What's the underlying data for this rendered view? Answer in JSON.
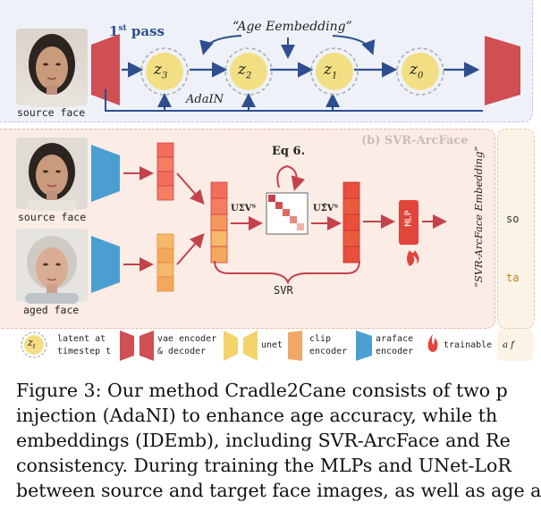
{
  "top": {
    "pass_label": "1",
    "pass_sup": "st",
    "pass_word": " pass",
    "age_embedding": "“Age Eembedding”",
    "adain": "AdaIN",
    "source_face": "source face",
    "latents": [
      "z3",
      "z2",
      "z1",
      "z0"
    ]
  },
  "svr": {
    "title": "(b) SVR-ArcFace",
    "source_face": "source face",
    "aged_face": "aged face",
    "eq": "Eq 6.",
    "usv1": "UΣVᵀ",
    "usv2": "UΣ̂Vᵀ",
    "mlp": "MLP",
    "svr_label": "SVR",
    "embedding": "“SVR-ArcFace Embedding”",
    "right_partial_1": "so",
    "right_partial_2": "ta"
  },
  "legend": {
    "latent_line1": "latent at",
    "latent_line2": "timestep t",
    "vae_line1": "vae encoder",
    "vae_line2": "& decoder",
    "unet": "unet",
    "clip_line1": "clip",
    "clip_line2": "encoder",
    "arcface_line1": "araface",
    "arcface_line2": "encoder",
    "trainable": "trainable",
    "partial": "a f"
  },
  "caption": {
    "line1": "Figure 3: Our method Cradle2Cane consists of two p",
    "line2": "injection (AdaNI) to enhance age accuracy, while th",
    "line3": "embeddings (IDEmb), including SVR-ArcFace and Re",
    "line4": "consistency. During training the MLPs and UNet-LoR",
    "line5": "between source and target face images, as well as age a"
  },
  "colors": {
    "vae": "#cf4f52",
    "arcface": "#4a9fd0",
    "latent": "#f3df83",
    "clip": "#f0a868",
    "arrow_top": "#2e4f8f",
    "arrow_bottom": "#c4424a",
    "panel_b_bg": "#fbece6"
  }
}
